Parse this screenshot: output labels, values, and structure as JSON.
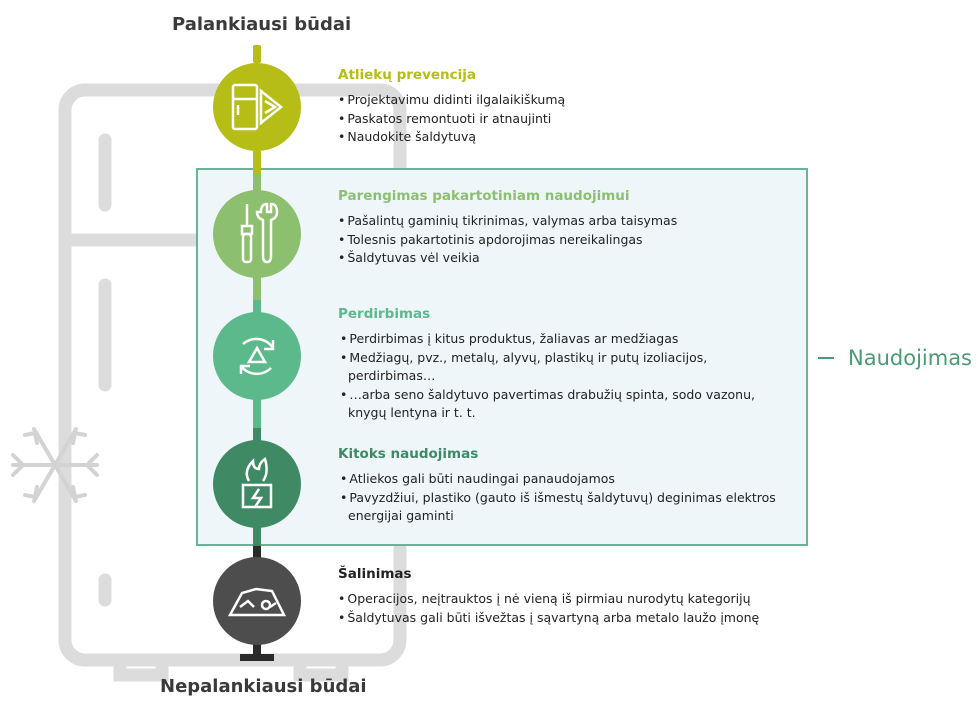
{
  "titles": {
    "top": "Palankiausi būdai",
    "bottom": "Nepalankiausi būdai",
    "side": "Naudojimas"
  },
  "colors": {
    "prevention": "#b5bd16",
    "reuse": "#8cbf6e",
    "recycling": "#5bb98b",
    "other": "#3f8a65",
    "disposal": "#4d4d4d",
    "panel_border": "#6ab398",
    "panel_bg": "#eef6fa"
  },
  "stages": [
    {
      "icon": "fridge-recycle-icon",
      "title": "Atliekų prevencija",
      "items": [
        "Projektavimu didinti ilgalaikiškumą",
        "Paskatos remontuoti ir atnaujinti",
        "Naudokite šaldytuvą"
      ]
    },
    {
      "icon": "screwdriver-wrench-icon",
      "title": "Parengimas pakartotiniam naudojimui",
      "items": [
        "Pašalintų gaminių tikrinimas, valymas arba taisymas",
        "Tolesnis pakartotinis apdorojimas nereikalingas",
        "Šaldytuvas vėl veikia"
      ]
    },
    {
      "icon": "recycling-arrows-icon",
      "title": "Perdirbimas",
      "items": [
        "Perdirbimas į kitus produktus, žaliavas ar medžiagas",
        "Medžiagų, pvz., metalų, alyvų, plastikų ir putų izoliacijos, perdirbimas…",
        "…arba seno šaldytuvo pavertimas drabužių spinta, sodo vazonu, knygų lentyna ir t. t."
      ]
    },
    {
      "icon": "flame-energy-icon",
      "title": "Kitoks naudojimas",
      "items": [
        "Atliekos gali būti naudingai panaudojamos",
        "Pavyzdžiui, plastiko (gauto iš išmestų šaldytuvų) deginimas elektros energijai gaminti"
      ]
    },
    {
      "icon": "landfill-icon",
      "title": "Šalinimas",
      "items": [
        "Operacijos, neįtrauktos į nė vieną iš pirmiau nurodytų kategorijų",
        "Šaldytuvas gali būti išvežtas į sąvartyną arba metalo laužo įmonę"
      ]
    }
  ]
}
